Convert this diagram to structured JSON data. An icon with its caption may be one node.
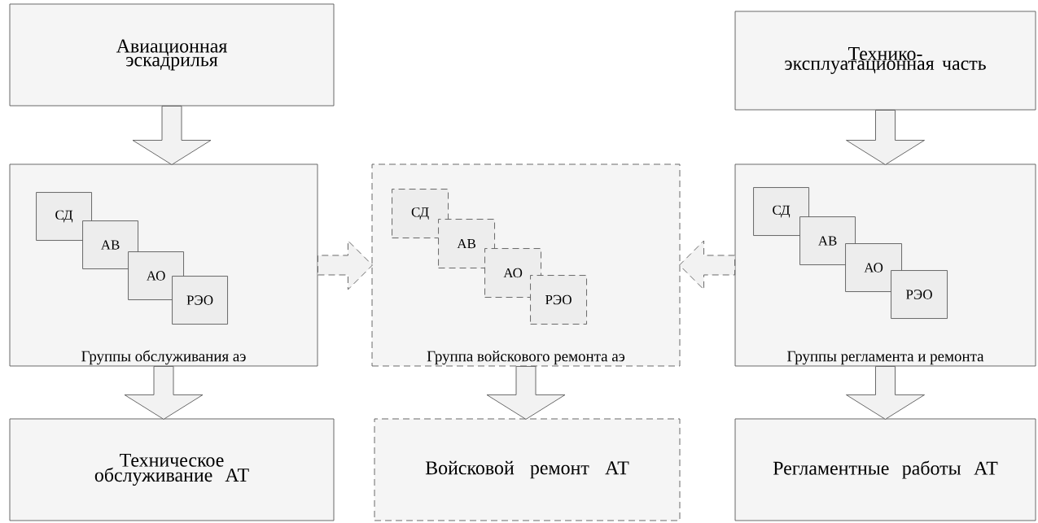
{
  "diagram": {
    "nodes": [
      {
        "text": [
          "Авиационная эскадрилья"
        ]
      },
      {
        "text": [
          "Технико-эксплуатационная часть"
        ]
      },
      {
        "text": [
          "Группы обслуживания аэ"
        ]
      },
      {
        "text": [
          "СД"
        ],
        "in": 2
      },
      {
        "text": [
          "АВ"
        ],
        "in": 2
      },
      {
        "text": [
          "АО"
        ],
        "in": 2
      },
      {
        "text": [
          "РЭО"
        ],
        "in": 2
      },
      {
        "text": [
          "Группа войскового ремонта аэ"
        ]
      },
      {
        "text": [
          "СД"
        ],
        "in": 7
      },
      {
        "text": [
          "АВ"
        ],
        "in": 7
      },
      {
        "text": [
          "АО"
        ],
        "in": 7
      },
      {
        "text": [
          "РЭО"
        ],
        "in": 7
      },
      {
        "text": [
          "Группы регламента и ремонта"
        ]
      },
      {
        "text": [
          "СД"
        ],
        "in": 12
      },
      {
        "text": [
          "АВ"
        ],
        "in": 12
      },
      {
        "text": [
          "АО"
        ],
        "in": 12
      },
      {
        "text": [
          "РЭО"
        ],
        "in": 12
      },
      {
        "text": [
          "Техническое обслуживание АТ"
        ]
      },
      {
        "text": [
          "Войсковой ремонт АТ"
        ]
      },
      {
        "text": [
          "Регламентные работы АТ"
        ]
      }
    ],
    "edges": [
      {
        "from": 0,
        "to": 2,
        "arrow": "to"
      },
      {
        "from": 1,
        "to": 12,
        "arrow": "to"
      },
      {
        "from": 2,
        "to": 7,
        "arrow": "to",
        "style": "dashed"
      },
      {
        "from": 12,
        "to": 7,
        "arrow": "to",
        "style": "dashed"
      },
      {
        "from": 2,
        "to": 17,
        "arrow": "to"
      },
      {
        "from": 7,
        "to": 18,
        "arrow": "to"
      },
      {
        "from": 12,
        "to": 19,
        "arrow": "to"
      }
    ]
  }
}
